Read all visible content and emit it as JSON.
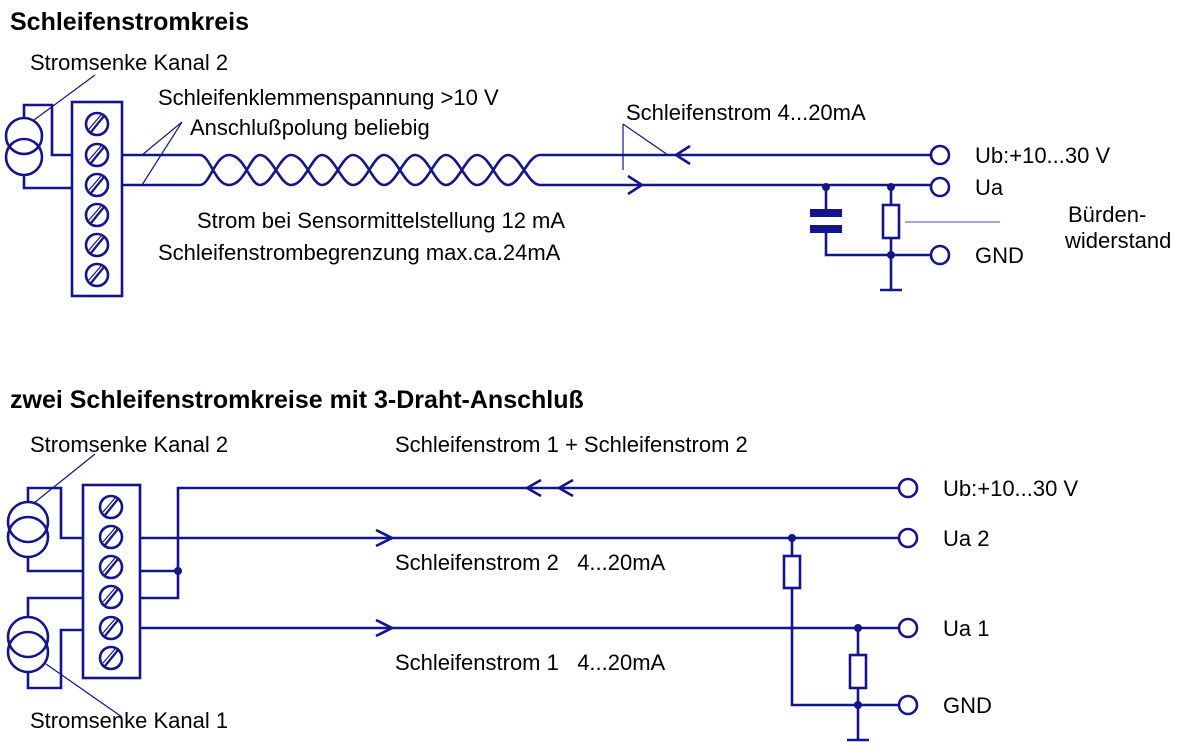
{
  "top": {
    "title": "Schleifenstromkreis",
    "source_label": "Stromsenke Kanal 2",
    "voltage_note": "Schleifenklemmenspannung >10 V",
    "polarity_note": "Anschlußpolung beliebig",
    "current_label": "Schleifenstrom 4...20mA",
    "mid_current_note": "Strom bei Sensormittelstellung 12 mA",
    "limit_note": "Schleifenstrombegrenzung max.ca.24mA",
    "terminals": [
      "Ub:+10...30 V",
      "Ua",
      "GND"
    ],
    "burden_label_1": "Bürden-",
    "burden_label_2": "widerstand"
  },
  "bottom": {
    "title": "zwei Schleifenstromkreise mit 3-Draht-Anschluß",
    "source2_label": "Stromsenke Kanal 2",
    "source1_label": "Stromsenke Kanal 1",
    "sum_current_label": "Schleifenstrom 1 + Schleifenstrom 2",
    "current2_label": "Schleifenstrom 2   4...20mA",
    "current1_label": "Schleifenstrom 1   4...20mA",
    "terminals": [
      "Ub:+10...30 V",
      "Ua 2",
      "Ua 1",
      "GND"
    ]
  },
  "colors": {
    "wire": "#14148c"
  }
}
